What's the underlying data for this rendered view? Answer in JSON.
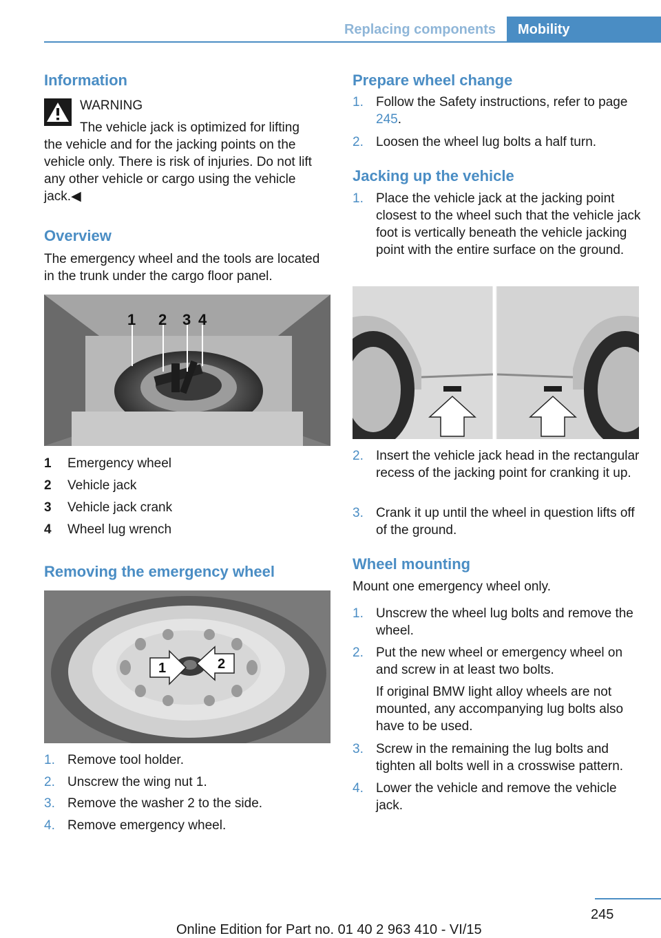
{
  "header": {
    "section": "Replacing components",
    "chapter": "Mobility"
  },
  "information": {
    "heading": "Information",
    "warning_label": "WARNING",
    "warning_first_line": "The vehicle jack is optimized for lifting",
    "warning_rest": "the vehicle and for the jacking points on the vehicle only. There is risk of injuries. Do not lift any other vehicle or cargo using the vehicle jack.◀"
  },
  "overview": {
    "heading": "Overview",
    "text": "The emergency wheel and the tools are lo­cated in the trunk under the cargo floor panel.",
    "figure_callouts": [
      "1",
      "2",
      "3",
      "4"
    ],
    "legend": [
      {
        "num": "1",
        "label": "Emergency wheel"
      },
      {
        "num": "2",
        "label": "Vehicle jack"
      },
      {
        "num": "3",
        "label": "Vehicle jack crank"
      },
      {
        "num": "4",
        "label": "Wheel lug wrench"
      }
    ]
  },
  "removing": {
    "heading": "Removing the emergency wheel",
    "figure_callouts": [
      "1",
      "2"
    ],
    "steps": [
      {
        "num": "1.",
        "text": "Remove tool holder."
      },
      {
        "num": "2.",
        "text": "Unscrew the wing nut 1."
      },
      {
        "num": "3.",
        "text": "Remove the washer 2 to the side."
      },
      {
        "num": "4.",
        "text": "Remove emergency wheel."
      }
    ]
  },
  "prepare": {
    "heading": "Prepare wheel change",
    "steps": [
      {
        "num": "1.",
        "text_before": "Follow the Safety instructions, refer to page ",
        "link": "245",
        "text_after": "."
      },
      {
        "num": "2.",
        "text": "Loosen the wheel lug bolts a half turn."
      }
    ]
  },
  "jacking": {
    "heading": "Jacking up the vehicle",
    "steps": [
      {
        "num": "1.",
        "text": "Place the vehicle jack at the jacking point closest to the wheel such that the vehicle jack foot is vertically beneath the vehicle jacking point with the entire surface on the ground."
      },
      {
        "num": "2.",
        "text": "Insert the vehicle jack head in the rectan­gular recess of the jacking point for crank­ing it up."
      },
      {
        "num": "3.",
        "text": "Crank it up until the wheel in question lifts off of the ground."
      }
    ]
  },
  "mounting": {
    "heading": "Wheel mounting",
    "intro": "Mount one emergency wheel only.",
    "steps": [
      {
        "num": "1.",
        "text": "Unscrew the wheel lug bolts and remove the wheel."
      },
      {
        "num": "2.",
        "text": "Put the new wheel or emergency wheel on and screw in at least two bolts.",
        "note": "If original BMW light alloy wheels are not mounted, any accompanying lug bolts also have to be used."
      },
      {
        "num": "3.",
        "text": "Screw in the remaining the lug bolts and tighten all bolts well in a crosswise pattern."
      },
      {
        "num": "4.",
        "text": "Lower the vehicle and remove the vehicle jack."
      }
    ]
  },
  "footer": {
    "page": "245",
    "edition": "Online Edition for Part no. 01 40 2 963 410 - VI/15"
  }
}
